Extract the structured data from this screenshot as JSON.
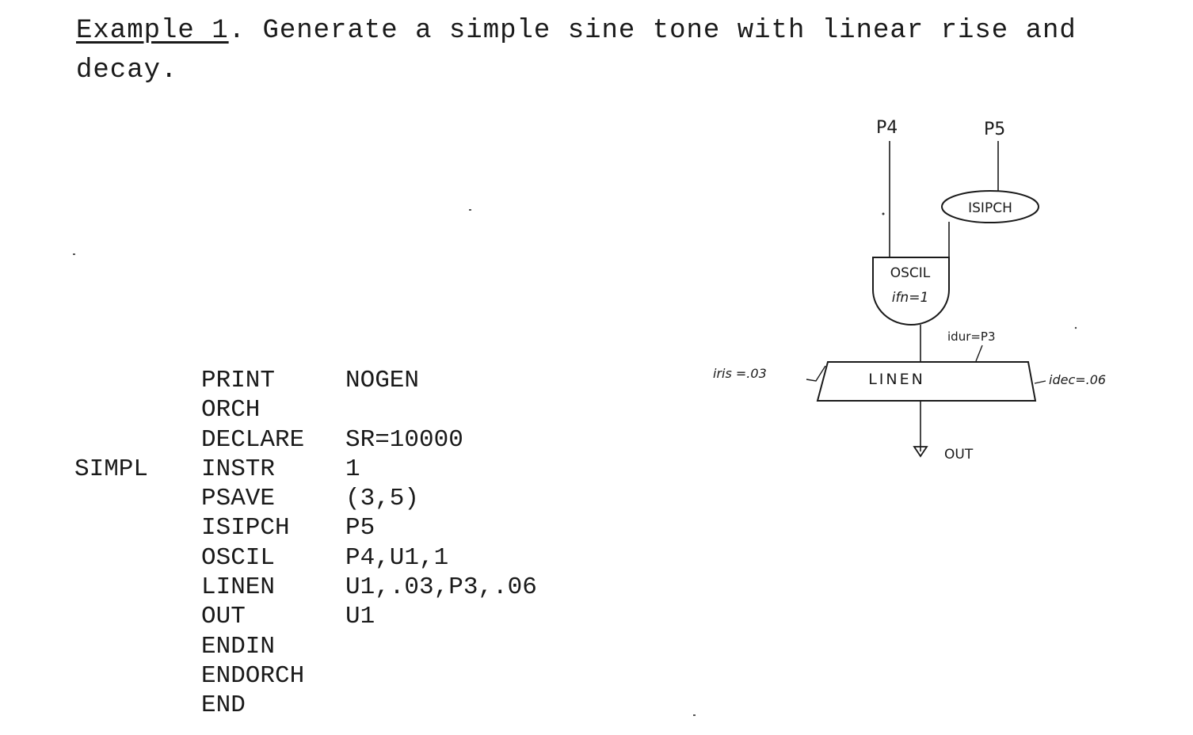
{
  "heading": {
    "label": "Example 1",
    "text": ". Generate a simple sine tone with linear rise and decay."
  },
  "listing": [
    {
      "label": "",
      "op": "PRINT",
      "arg": "NOGEN"
    },
    {
      "label": "",
      "op": "ORCH",
      "arg": ""
    },
    {
      "label": "",
      "op": "DECLARE",
      "arg": "SR=10000"
    },
    {
      "label": "SIMPL",
      "op": "INSTR",
      "arg": "1"
    },
    {
      "label": "",
      "op": "PSAVE",
      "arg": "(3,5)"
    },
    {
      "label": "",
      "op": "ISIPCH",
      "arg": "P5"
    },
    {
      "label": "",
      "op": "OSCIL",
      "arg": "P4,U1,1"
    },
    {
      "label": "",
      "op": "LINEN",
      "arg": "U1,.03,P3,.06"
    },
    {
      "label": "",
      "op": "OUT",
      "arg": "U1"
    },
    {
      "label": "",
      "op": "ENDIN",
      "arg": ""
    },
    {
      "label": "",
      "op": "ENDORCH",
      "arg": ""
    },
    {
      "label": "",
      "op": "END",
      "arg": ""
    }
  ],
  "diagram": {
    "p4": "P4",
    "p5": "P5",
    "isipch": "ISIPCH",
    "oscil": "OSCIL",
    "oscil_param": "ifn=1",
    "linen": "LINEN",
    "idur": "idur=P3",
    "iris": "iris =.03",
    "idec": "idec=.06",
    "out": "OUT"
  }
}
